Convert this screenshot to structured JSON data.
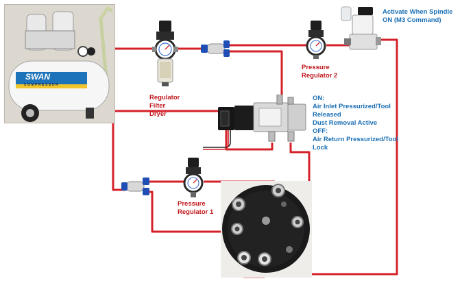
{
  "labels": {
    "regulator_filter_dryer": [
      "Regulator",
      "Filter",
      "Dryer"
    ],
    "pressure_regulator_2": [
      "Pressure",
      "Regulator 2"
    ],
    "pressure_regulator_1": [
      "Pressure",
      "Regulator 1"
    ],
    "spindle_valve": [
      "Activate When Spindle",
      "ON (M3 Command)"
    ],
    "valve_states": [
      "ON:",
      "Air Inlet Pressurized/Tool",
      "Released",
      "Dust Removal Active",
      "OFF:",
      "Air Return Pressurized/Tool",
      "Lock"
    ]
  },
  "compressor": {
    "brand": "SWAN",
    "brand_subtitle": "COMPRESSOR"
  },
  "colors": {
    "wire": "#d42128",
    "label_red": "#c0171c",
    "label_blue": "#1a6fb5",
    "fitting_blue": "#1f4fb5"
  }
}
